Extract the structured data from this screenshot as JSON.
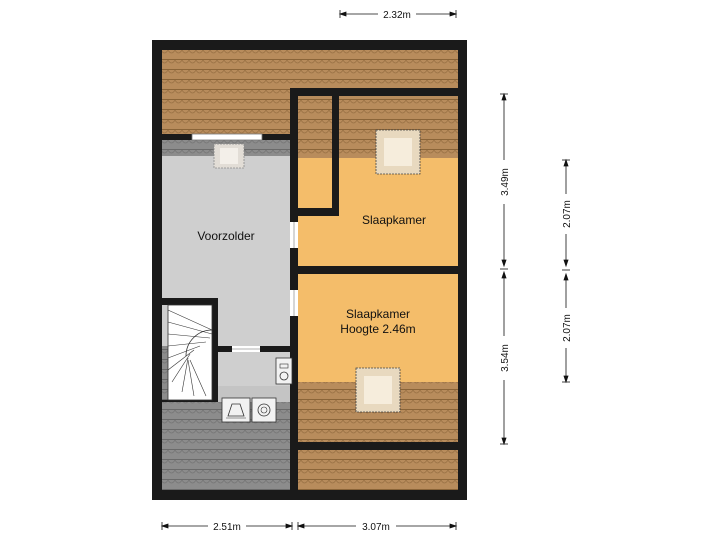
{
  "rooms": {
    "voorzolder": "Voorzolder",
    "slaapkamer_1": "Slaapkamer",
    "slaapkamer_2_line1": "Slaapkamer",
    "slaapkamer_2_line2": "Hoogte 2.46m"
  },
  "dimensions": {
    "top": "2.32m",
    "bottom_left": "2.51m",
    "bottom_right": "3.07m",
    "right_upper": "3.49m",
    "right_lower": "3.54m",
    "far_right_upper": "2.07m",
    "far_right_lower": "2.07m"
  },
  "colors": {
    "roof": "#b88c5c",
    "roof_tile_line": "#8a6438",
    "grey_roof": "#8c8c8c",
    "floor_orange": "#f4bd6a",
    "floor_grey": "#cfcfcf",
    "wall": "#1a1a1a"
  }
}
